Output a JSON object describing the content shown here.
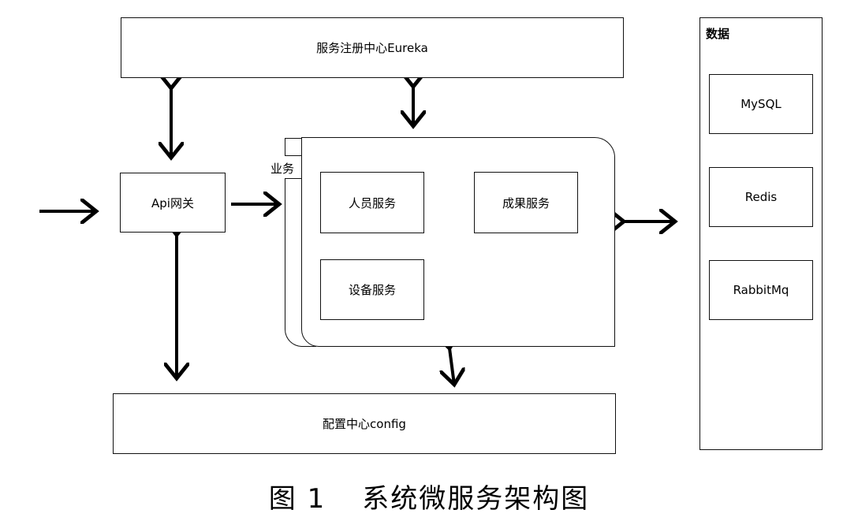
{
  "eureka": "服务注册中心Eureka",
  "gateway": "Api网关",
  "config": "配置中心config",
  "business": {
    "tab": "业务",
    "services": [
      "人员服务",
      "成果服务",
      "设备服务"
    ]
  },
  "data_panel": {
    "title": "数据",
    "stores": [
      "MySQL",
      "Redis",
      "RabbitMq"
    ]
  },
  "caption": {
    "figure": "图 1",
    "title": "系统微服务架构图"
  }
}
